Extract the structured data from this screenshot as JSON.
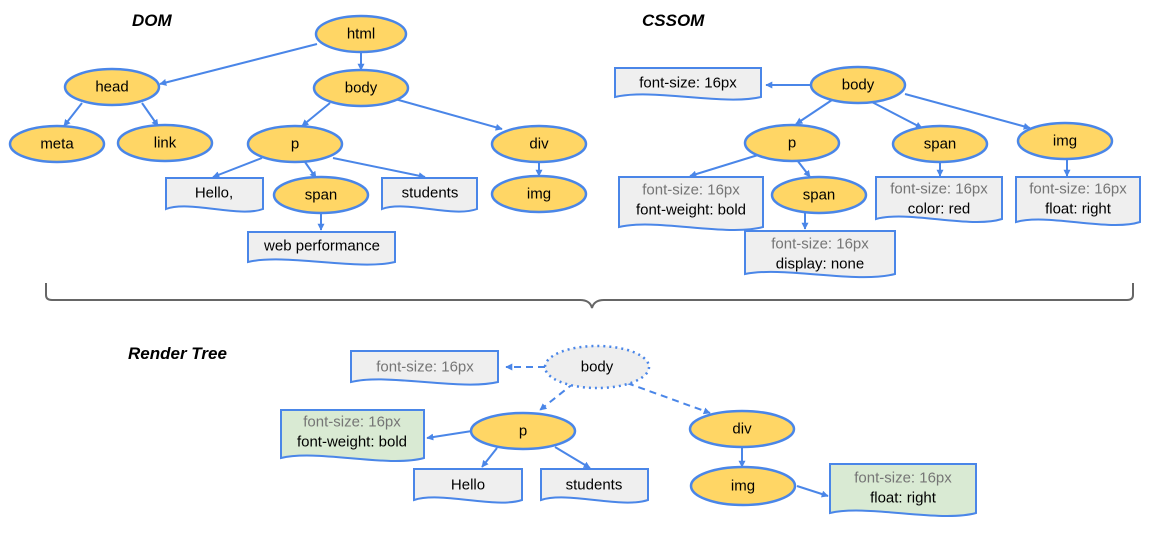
{
  "headings": {
    "dom": "DOM",
    "cssom": "CSSOM",
    "render_tree": "Render Tree"
  },
  "dom": {
    "html": "html",
    "head": "head",
    "body": "body",
    "meta": "meta",
    "link": "link",
    "p": "p",
    "div": "div",
    "span": "span",
    "img": "img",
    "text_hello": "Hello,",
    "text_students": "students",
    "text_web_performance": "web performance"
  },
  "cssom": {
    "body": "body",
    "p": "p",
    "span_a": "span",
    "img": "img",
    "span_b": "span",
    "body_style": "font-size: 16px",
    "p_style": [
      "font-size: 16px",
      "font-weight: bold"
    ],
    "span_b_style": [
      "font-size: 16px",
      "display: none"
    ],
    "span_a_style": [
      "font-size: 16px",
      "color: red"
    ],
    "img_style": [
      "font-size: 16px",
      "float: right"
    ]
  },
  "render_tree": {
    "body": "body",
    "p": "p",
    "div": "div",
    "img": "img",
    "text_hello": "Hello",
    "text_students": "students",
    "body_style": "font-size: 16px",
    "p_style": [
      "font-size: 16px",
      "font-weight: bold"
    ],
    "img_style": [
      "font-size: 16px",
      "float: right"
    ]
  },
  "colors": {
    "node_fill": "#ffd665",
    "node_stroke": "#4a86e8",
    "doc_fill": "#efefef",
    "render_doc_fill": "#d9ead3",
    "inherited_text": "#757575"
  }
}
